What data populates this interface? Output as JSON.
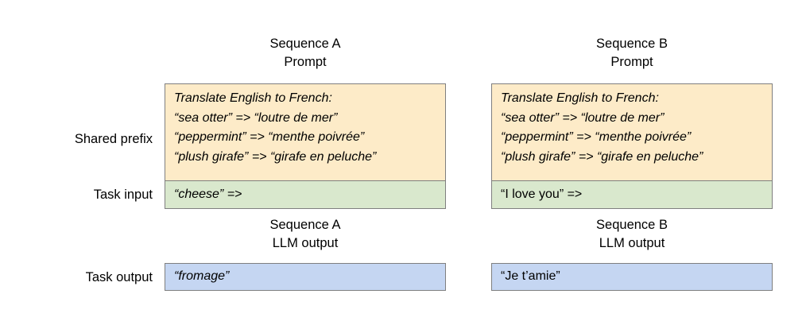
{
  "diagram": {
    "row_labels": [
      {
        "id": "shared-prefix",
        "text": "Shared prefix"
      },
      {
        "id": "task-input",
        "text": "Task input"
      },
      {
        "id": "task-output",
        "text": "Task output"
      }
    ],
    "headers": [
      {
        "id": "seq-a-prompt",
        "line1": "Sequence A",
        "line2": "Prompt"
      },
      {
        "id": "seq-b-prompt",
        "line1": "Sequence B",
        "line2": "Prompt"
      },
      {
        "id": "seq-a-output",
        "line1": "Sequence A",
        "line2": "LLM output"
      },
      {
        "id": "seq-b-output",
        "line1": "Sequence B",
        "line2": "LLM output"
      }
    ],
    "columns": [
      {
        "id": "sequence-a",
        "prompt_lines": [
          "Translate English to French:",
          "“sea otter” => “loutre de mer”",
          "“peppermint” => “menthe poivrée”",
          "“plush girafe” => “girafe en peluche”"
        ],
        "task_input": "“cheese” =>",
        "task_output": "“fromage”"
      },
      {
        "id": "sequence-b",
        "prompt_lines": [
          "Translate English to French:",
          "“sea otter” => “loutre de mer”",
          "“peppermint” => “menthe poivrée”",
          "“plush girafe” => “girafe en peluche”"
        ],
        "task_input": "“I love you” =>",
        "task_output": "“Je t’amie”"
      }
    ],
    "colors": {
      "prompt_fill": "#fdebc8",
      "input_fill": "#d9e8cd",
      "output_fill": "#c5d6f2",
      "border": "#7f7f7f",
      "background": "#ffffff",
      "text": "#000000"
    }
  }
}
